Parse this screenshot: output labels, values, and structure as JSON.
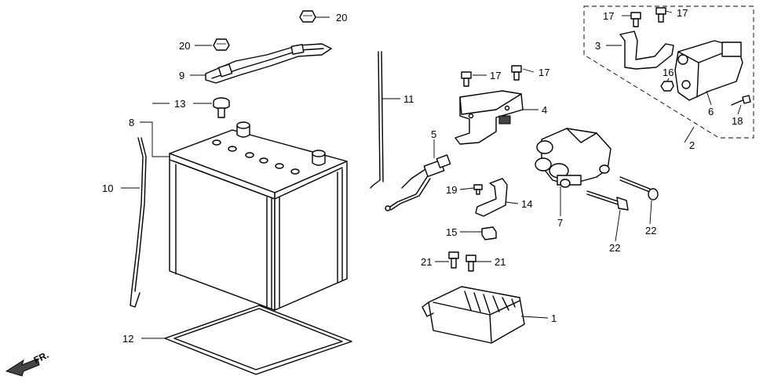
{
  "callouts": {
    "c1": "1",
    "c2": "2",
    "c3": "3",
    "c4": "4",
    "c5": "5",
    "c6": "6",
    "c7": "7",
    "c8": "8",
    "c9": "9",
    "c10": "10",
    "c11": "11",
    "c12": "12",
    "c13": "13",
    "c14": "14",
    "c15": "15",
    "c16": "16",
    "c17a": "17",
    "c17b": "17",
    "c17c": "17",
    "c17d": "17",
    "c18": "18",
    "c19": "19",
    "c20a": "20",
    "c20b": "20",
    "c21a": "21",
    "c21b": "21",
    "c22a": "22",
    "c22b": "22"
  },
  "direction_label": "FR."
}
